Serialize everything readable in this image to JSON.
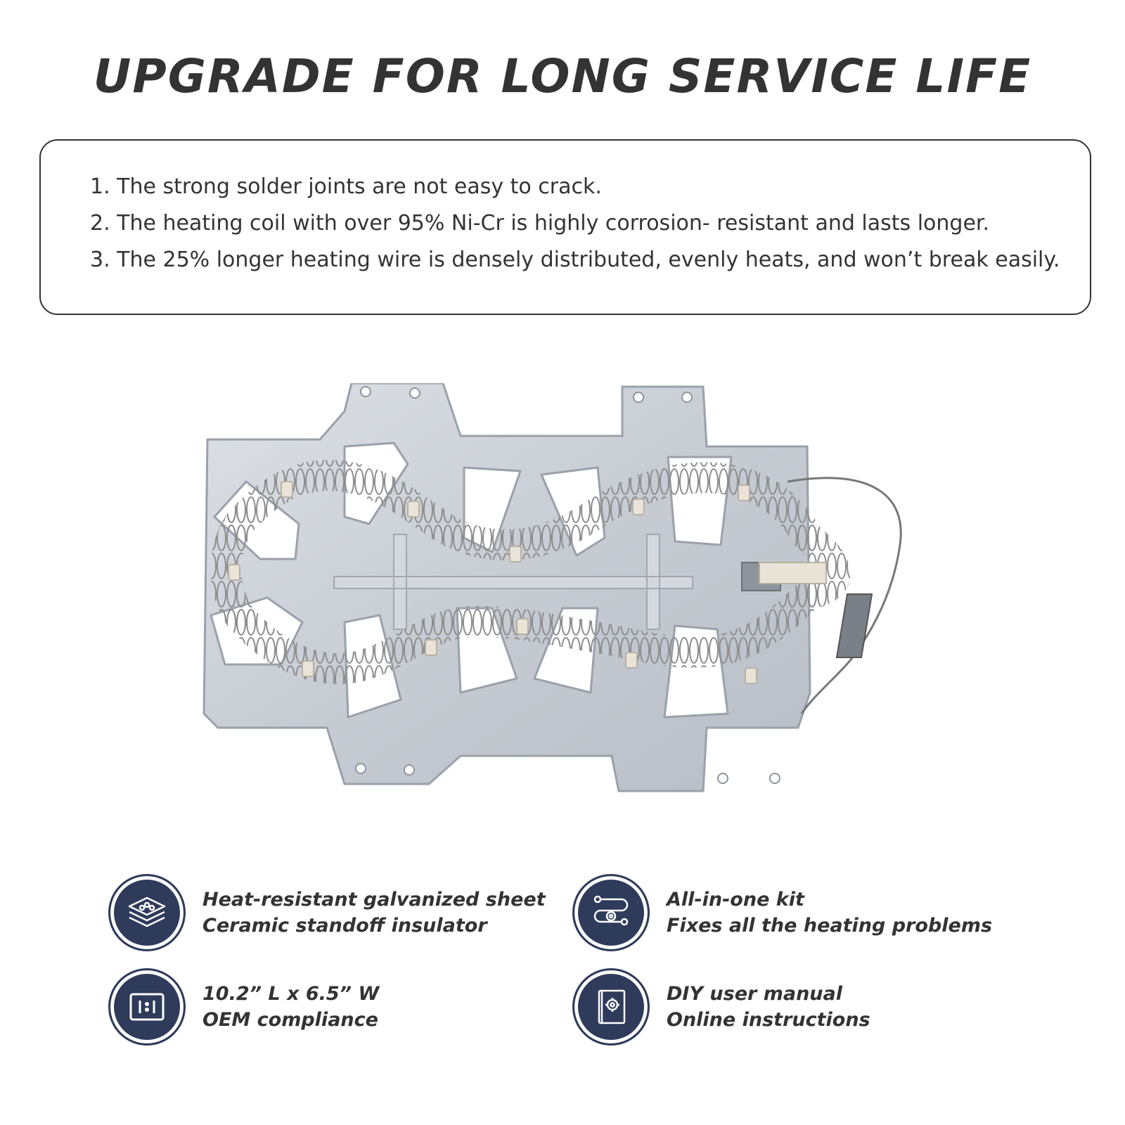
{
  "headline": "UPGRADE FOR LONG SERVICE LIFE",
  "features": [
    "1. The strong solder joints are not easy to crack.",
    "2. The heating coil with over 95% Ni-Cr is highly corrosion- resistant and lasts longer.",
    "3. The 25% longer heating wire is densely distributed, evenly heats, and won’t break easily."
  ],
  "specs": [
    {
      "icon": "layered-sheet-icon",
      "line1": "Heat-resistant galvanized sheet",
      "line2": "Ceramic standoff insulator"
    },
    {
      "icon": "gear-path-icon",
      "line1": "All-in-one kit",
      "line2": "Fixes all the heating problems"
    },
    {
      "icon": "dimension-ratio-icon",
      "line1": "10.2” L x 6.5” W",
      "line2": "OEM compliance"
    },
    {
      "icon": "manual-book-icon",
      "line1": "DIY user manual",
      "line2": "Online instructions"
    }
  ],
  "colors": {
    "text": "#333333",
    "icon_bg": "#2e3b5b",
    "plate": "#c9ced6",
    "coil": "#8a8a8a"
  }
}
